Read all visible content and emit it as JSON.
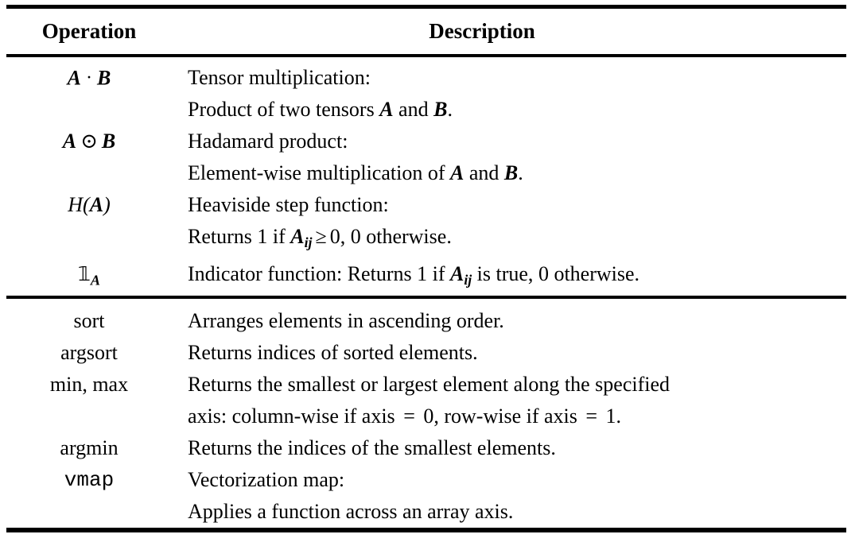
{
  "table": {
    "headers": {
      "operation": "Operation",
      "description": "Description"
    },
    "sections": [
      {
        "id": "math-operations",
        "rows": [
          {
            "operation_text": "A · B",
            "operation_parts": [
              {
                "kind": "mbf",
                "text": "A"
              },
              {
                "kind": "op",
                "text": "·"
              },
              {
                "kind": "mbf",
                "text": "B"
              }
            ],
            "description_lines": [
              {
                "text": "Tensor multiplication:"
              },
              {
                "text": "Product of two tensors A and B."
              }
            ]
          },
          {
            "operation_text": "A ⊙ B",
            "operation_parts": [
              {
                "kind": "mbf",
                "text": "A"
              },
              {
                "kind": "op",
                "text": "⊙"
              },
              {
                "kind": "mbf",
                "text": "B"
              }
            ],
            "description_lines": [
              {
                "text": "Hadamard product:"
              },
              {
                "text": "Element-wise multiplication of A and B."
              }
            ]
          },
          {
            "operation_text": "H(A)",
            "operation_parts": [
              {
                "kind": "mathit",
                "text": "H"
              },
              {
                "kind": "paren",
                "text": "("
              },
              {
                "kind": "mbf",
                "text": "A"
              },
              {
                "kind": "paren",
                "text": ")"
              }
            ],
            "description_lines": [
              {
                "text": "Heaviside step function:"
              },
              {
                "text": "Returns 1 if A_ij ≥ 0, 0 otherwise."
              }
            ]
          },
          {
            "operation_text": "𝟙 A",
            "operation_parts": [
              {
                "kind": "bbone",
                "text": "𝟙"
              },
              {
                "kind": "subbf",
                "text": "A"
              }
            ],
            "description_lines": [
              {
                "text": "Indicator function: Returns 1 if A_ij is true, 0 otherwise."
              }
            ]
          }
        ]
      },
      {
        "id": "array-functions",
        "rows": [
          {
            "operation_text": "sort",
            "operation_style": "serif",
            "description_lines": [
              {
                "text": "Arranges elements in ascending order."
              }
            ]
          },
          {
            "operation_text": "argsort",
            "operation_style": "serif",
            "description_lines": [
              {
                "text": "Returns indices of sorted elements."
              }
            ]
          },
          {
            "operation_text": "min, max",
            "operation_style": "serif",
            "description_lines": [
              {
                "text": "Returns the smallest or largest element along the specified"
              },
              {
                "text": "axis: column-wise if axis = 0, row-wise if axis = 1."
              }
            ]
          },
          {
            "operation_text": "argmin",
            "operation_style": "serif",
            "description_lines": [
              {
                "text": "Returns the indices of the smallest elements."
              }
            ]
          },
          {
            "operation_text": "vmap",
            "operation_style": "mono",
            "description_lines": [
              {
                "text": "Vectorization map:"
              },
              {
                "text": "Applies a function across an array axis."
              }
            ]
          }
        ]
      }
    ]
  },
  "symbols": {
    "dot": "·",
    "odot": "⊙",
    "geq": "≥",
    "bbone": "𝟙",
    "equals": "="
  },
  "colors": {
    "text": "#000000",
    "background": "#ffffff",
    "rule": "#000000"
  }
}
